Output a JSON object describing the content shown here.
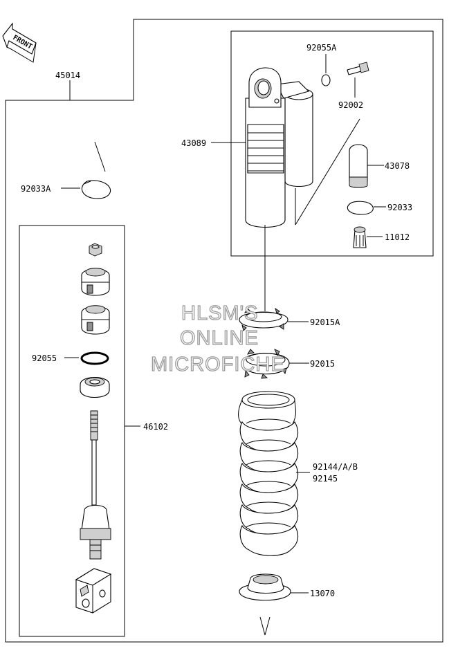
{
  "front_marker": "FRONT",
  "watermark": [
    "HLSM'S",
    "ONLINE",
    "MICROFICHE"
  ],
  "parts": {
    "p45014": "45014",
    "p92033A": "92033A",
    "p92055A": "92055A",
    "p92002": "92002",
    "p43089": "43089",
    "p43078": "43078",
    "p92033": "92033",
    "p11012": "11012",
    "p92015A": "92015A",
    "p92015": "92015",
    "p92055": "92055",
    "p46102": "46102",
    "p92144": "92144/A/B",
    "p92145": "92145",
    "p13070": "13070"
  }
}
